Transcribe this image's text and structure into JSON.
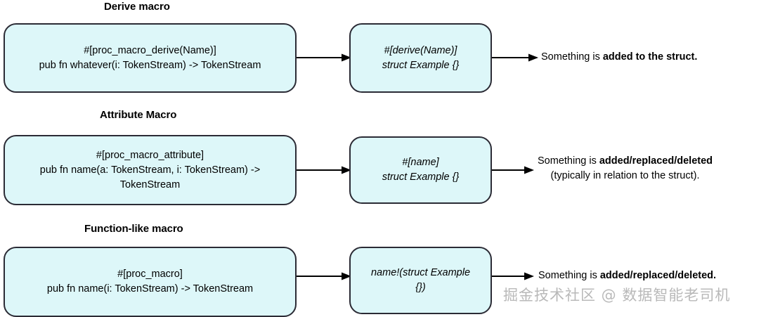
{
  "diagram": {
    "title_context": "Rust procedural macro kinds",
    "rows": [
      {
        "heading": "Derive macro",
        "definition_box": "#[proc_macro_derive(Name)]\npub fn whatever(i: TokenStream) -> TokenStream",
        "usage_box": "#[derive(Name)]\nstruct Example {}",
        "outcome_prefix": "Something is ",
        "outcome_emphasis": "added to the struct.",
        "outcome_note": ""
      },
      {
        "heading": "Attribute Macro",
        "definition_box": "#[proc_macro_attribute]\npub fn name(a: TokenStream, i: TokenStream) ->\nTokenStream",
        "usage_box": "#[name]\nstruct Example {}",
        "outcome_prefix": "Something is ",
        "outcome_emphasis": "added/replaced/deleted",
        "outcome_note": "(typically in relation to the struct)."
      },
      {
        "heading": "Function-like macro",
        "definition_box": "#[proc_macro]\npub fn name(i: TokenStream) -> TokenStream",
        "usage_box": "name!(struct Example\n{})",
        "outcome_prefix": "Something is ",
        "outcome_emphasis": "added/replaced/deleted.",
        "outcome_note": ""
      }
    ],
    "watermark": "掘金技术社区 @ 数据智能老司机",
    "colors": {
      "box_fill": "#ddf7f9",
      "box_border": "#2b2b35",
      "arrow": "#000000",
      "text": "#000000",
      "watermark": "#b9b9b9",
      "background": "#ffffff"
    }
  }
}
